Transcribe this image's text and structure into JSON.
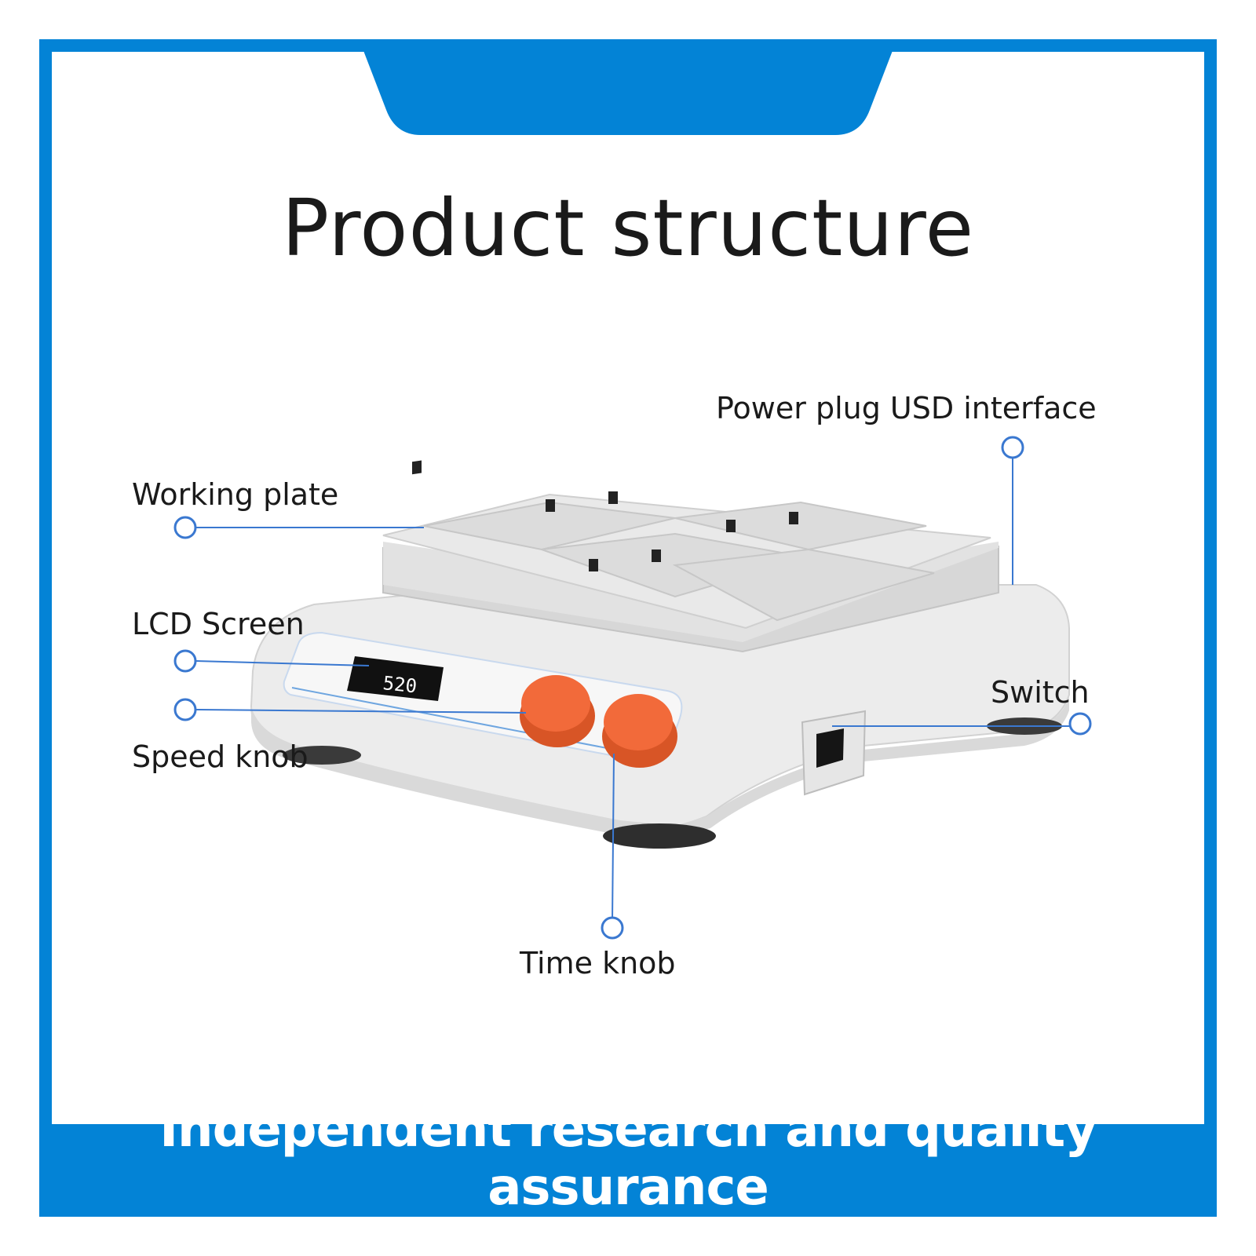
{
  "title": "Product structure",
  "footer": "Independent research and quality assurance",
  "callouts": {
    "power": "Power plug USD interface",
    "working_plate": "Working plate",
    "lcd_screen": "LCD Screen",
    "switch": "Switch",
    "speed_knob": "Speed knob",
    "time_knob": "Time knob"
  },
  "colors": {
    "brand_blue": "#0383d6",
    "knob_orange": "#f26a3a",
    "leader_line": "#3a78d0"
  }
}
